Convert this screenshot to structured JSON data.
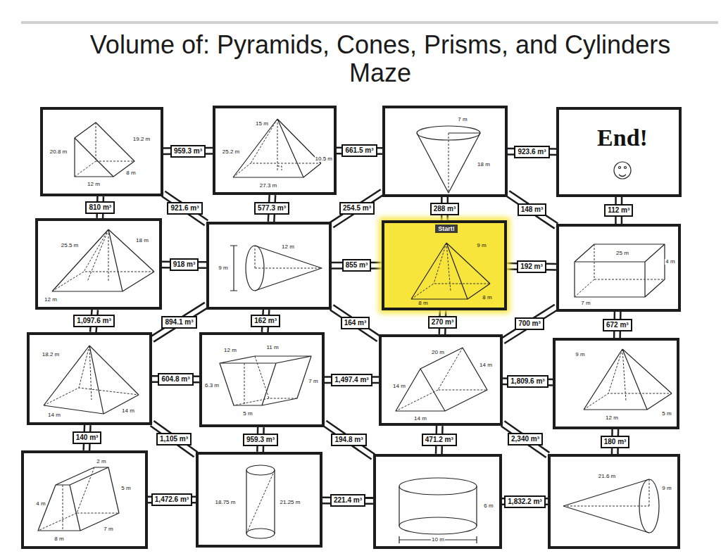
{
  "diagram": {
    "title": "Volume of: Pyramids, Cones, Prisms, and Cylinders Maze",
    "nodes": [
      {
        "text": [
          "20.8 m",
          "19.2 m",
          "12 m",
          "8 m"
        ]
      },
      {
        "text": [
          "15 m",
          "25.2 m",
          "10.5 m",
          "27.3 m"
        ]
      },
      {
        "text": [
          "7 m",
          "18 m"
        ]
      },
      {
        "text": [
          "End!"
        ]
      },
      {
        "text": [
          "25.5 m",
          "18 m",
          "12 m"
        ]
      },
      {
        "text": [
          "12 m",
          "9 m"
        ]
      },
      {
        "text": [
          "Start!",
          "9 m",
          "8 m",
          "8 m"
        ]
      },
      {
        "text": [
          "4 m",
          "25 m",
          "7 m"
        ]
      },
      {
        "text": [
          "18.2 m",
          "14 m",
          "14 m"
        ]
      },
      {
        "text": [
          "12 m",
          "11 m",
          "6.3 m",
          "7 m",
          "5 m"
        ]
      },
      {
        "text": [
          "20 m",
          "14 m",
          "14 m",
          "14 m"
        ]
      },
      {
        "text": [
          "9 m",
          "12 m",
          "5 m"
        ]
      },
      {
        "text": [
          "2 m",
          "4 m",
          "5 m",
          "7 m",
          "8 m"
        ]
      },
      {
        "text": [
          "18.75 m",
          "21.25 m"
        ]
      },
      {
        "text": [
          "6 m",
          "10 m"
        ]
      },
      {
        "text": [
          "21.6 m",
          "9 m"
        ]
      }
    ],
    "edges": [
      {
        "from": 0,
        "to": 1,
        "label": "959.3 m³",
        "arrow": "none"
      },
      {
        "from": 1,
        "to": 2,
        "label": "661.5 m³",
        "arrow": "none"
      },
      {
        "from": 2,
        "to": 3,
        "label": "923.6 m³",
        "arrow": "none"
      },
      {
        "from": 0,
        "to": 4,
        "label": "810 m³",
        "arrow": "none"
      },
      {
        "from": 0,
        "to": 5,
        "label": "921.6 m³",
        "arrow": "none"
      },
      {
        "from": 1,
        "to": 5,
        "label": "577.3 m³",
        "arrow": "none"
      },
      {
        "from": 5,
        "to": 2,
        "label": "254.5 m³",
        "arrow": "none"
      },
      {
        "from": 2,
        "to": 6,
        "label": "288 m³",
        "arrow": "none"
      },
      {
        "from": 2,
        "to": 7,
        "label": "148 m³",
        "arrow": "none"
      },
      {
        "from": 3,
        "to": 7,
        "label": "112 m³",
        "arrow": "none"
      },
      {
        "from": 4,
        "to": 5,
        "label": "918 m³",
        "arrow": "none"
      },
      {
        "from": 5,
        "to": 6,
        "label": "855 m³",
        "arrow": "none"
      },
      {
        "from": 6,
        "to": 7,
        "label": "192 m³",
        "arrow": "none"
      },
      {
        "from": 4,
        "to": 8,
        "label": "1,097.6 m³",
        "arrow": "none"
      },
      {
        "from": 8,
        "to": 5,
        "label": "894.1 m³",
        "arrow": "none"
      },
      {
        "from": 5,
        "to": 9,
        "label": "162 m³",
        "arrow": "none"
      },
      {
        "from": 5,
        "to": 10,
        "label": "164 m³",
        "arrow": "none"
      },
      {
        "from": 6,
        "to": 10,
        "label": "270 m³",
        "arrow": "none"
      },
      {
        "from": 10,
        "to": 7,
        "label": "700 m³",
        "arrow": "none"
      },
      {
        "from": 7,
        "to": 11,
        "label": "672 m³",
        "arrow": "none"
      },
      {
        "from": 8,
        "to": 9,
        "label": "604.8 m³",
        "arrow": "none"
      },
      {
        "from": 9,
        "to": 10,
        "label": "1,497.4 m³",
        "arrow": "none"
      },
      {
        "from": 10,
        "to": 11,
        "label": "1,809.6 m³",
        "arrow": "none"
      },
      {
        "from": 8,
        "to": 12,
        "label": "140 m³",
        "arrow": "none"
      },
      {
        "from": 8,
        "to": 13,
        "label": "1,105 m³",
        "arrow": "none"
      },
      {
        "from": 9,
        "to": 13,
        "label": "959.3 m³",
        "arrow": "none"
      },
      {
        "from": 9,
        "to": 14,
        "label": "194.8 m³",
        "arrow": "none"
      },
      {
        "from": 10,
        "to": 14,
        "label": "471.2 m³",
        "arrow": "none"
      },
      {
        "from": 10,
        "to": 15,
        "label": "2,340 m³",
        "arrow": "none"
      },
      {
        "from": 11,
        "to": 15,
        "label": "180 m³",
        "arrow": "none"
      },
      {
        "from": 12,
        "to": 13,
        "label": "1,472.6 m³",
        "arrow": "none"
      },
      {
        "from": 13,
        "to": 14,
        "label": "221.4 m³",
        "arrow": "none"
      },
      {
        "from": 14,
        "to": 15,
        "label": "1,832.2 m³",
        "arrow": "none"
      }
    ]
  }
}
